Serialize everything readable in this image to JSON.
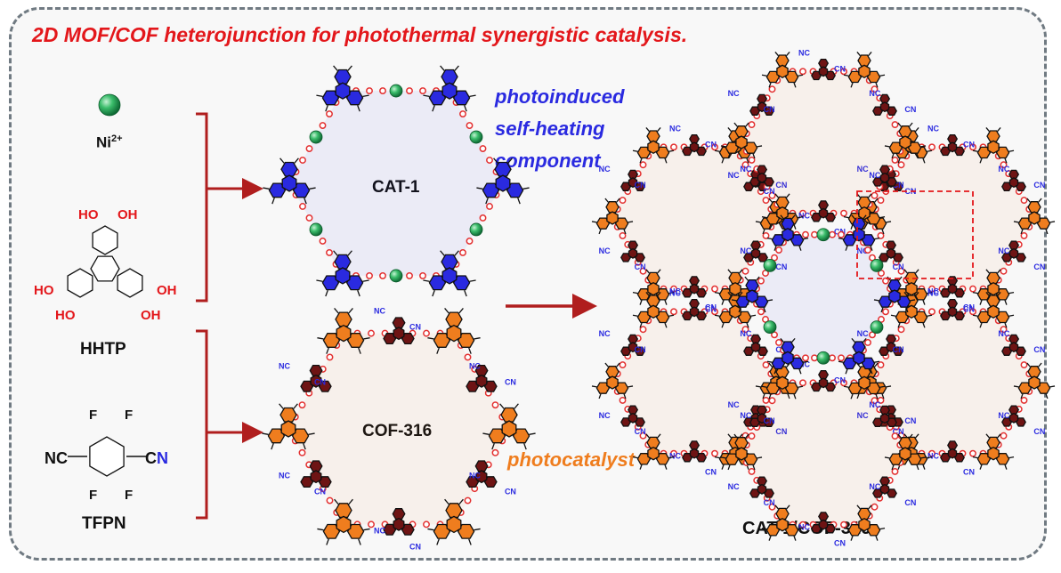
{
  "title": "2D MOF/COF heterojunction for photothermal synergistic catalysis.",
  "reactants": {
    "ni": "Ni",
    "ni_charge": "2+",
    "hhtp": "HHTP",
    "tfpn": "TFPN",
    "oh": "OH",
    "ho": "HO",
    "f": "F",
    "nc": "NC",
    "cn": "CN"
  },
  "frameworks": {
    "cat1": "CAT-1",
    "cof316": "COF-316",
    "hybrid": "CAT-1/COF-316"
  },
  "notes": {
    "photoinduced": "photoinduced",
    "self_heating": "self-heating",
    "component": "component",
    "photocatalyst": "photocatalyst"
  },
  "colors": {
    "title_red": "#e3171b",
    "arrow_red": "#b01e1e",
    "blue": "#2a2ae0",
    "orange": "#ef7d1e",
    "maroon": "#6e1414",
    "nickel_green": "#22a45a",
    "link_red": "#e33030",
    "frame_gray": "#707a82"
  }
}
